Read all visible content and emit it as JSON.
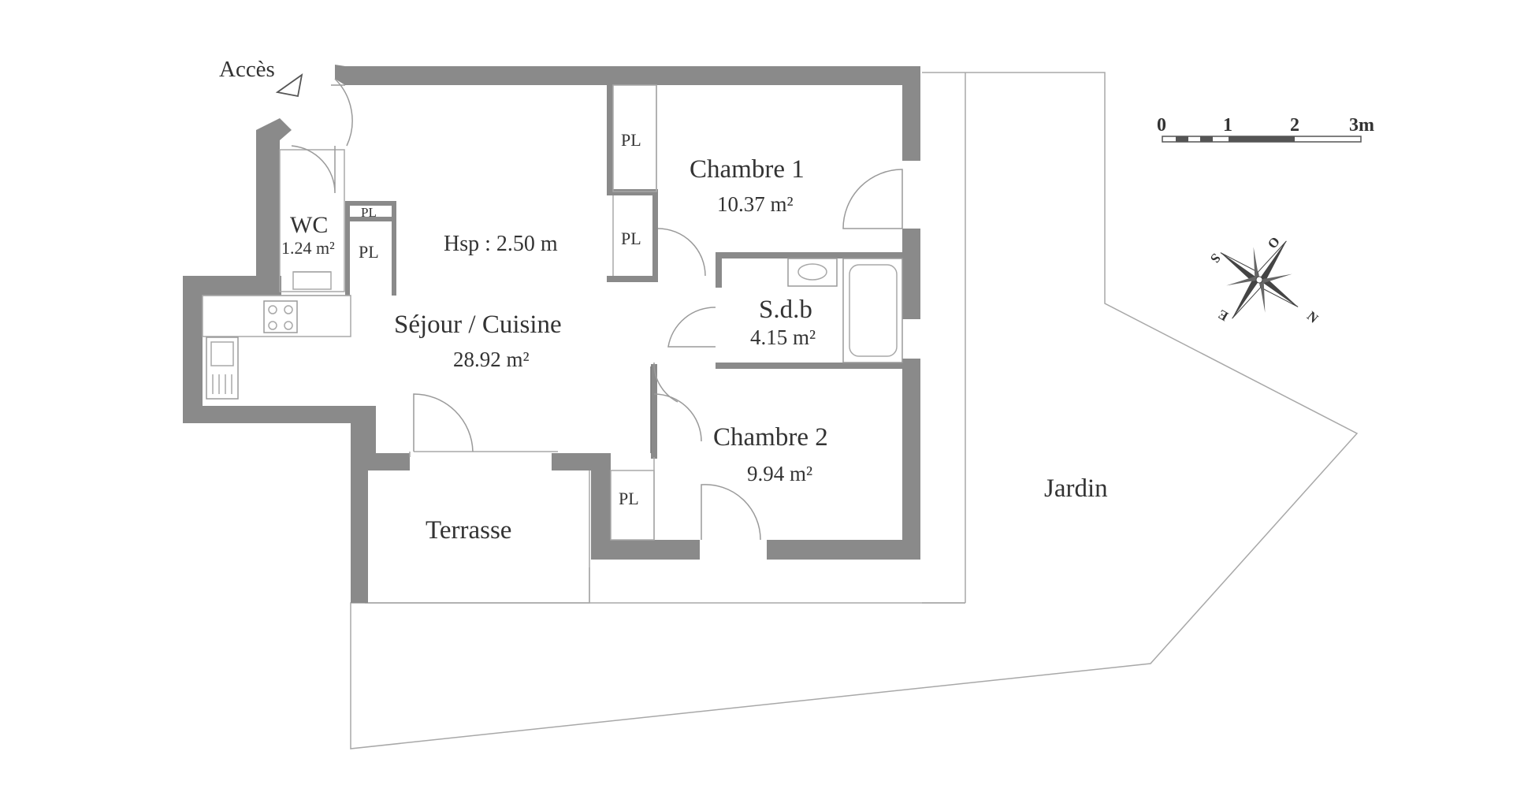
{
  "acces": {
    "label": "Accès"
  },
  "rooms": {
    "wc": {
      "name": "WC",
      "area": "1.24 m²"
    },
    "sejour": {
      "name": "Séjour / Cuisine",
      "area": "28.92 m²",
      "height": "Hsp : 2.50 m"
    },
    "chambre1": {
      "name": "Chambre 1",
      "area": "10.37 m²"
    },
    "sdb": {
      "name": "S.d.b",
      "area": "4.15 m²"
    },
    "chambre2": {
      "name": "Chambre 2",
      "area": "9.94 m²"
    },
    "terrasse": {
      "name": "Terrasse"
    },
    "jardin": {
      "name": "Jardin"
    }
  },
  "closets": {
    "label": "PL"
  },
  "scale": {
    "ticks": [
      "0",
      "1",
      "2",
      "3m"
    ]
  },
  "compass": {
    "north": "N",
    "south": "S",
    "east": "E",
    "west": "O"
  },
  "colors": {
    "wall": "#8a8a8a",
    "line": "#a8a8a8",
    "text": "#333333"
  }
}
